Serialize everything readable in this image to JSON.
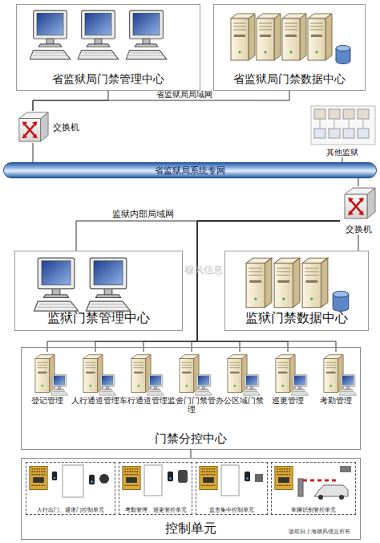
{
  "diagram": {
    "nodes": [
      {
        "text": [
          "省监狱局门禁管理中心"
        ]
      },
      {
        "text": [
          "省监狱局门禁数据中心"
        ]
      },
      {
        "text": [
          "交换机"
        ]
      },
      {
        "text": [
          "其他监狱"
        ]
      },
      {
        "text": [
          "省监狱局系统专网"
        ]
      },
      {
        "text": [
          "交换机"
        ]
      },
      {
        "text": [
          "监狱门禁管理中心"
        ]
      },
      {
        "text": [
          "监狱门禁数据中心"
        ]
      },
      {
        "text": [
          "门禁分控中心"
        ]
      },
      {
        "text": [
          "登记管理"
        ],
        "in": 8
      },
      {
        "text": [
          "人行通道管理"
        ],
        "in": 8
      },
      {
        "text": [
          "车行通道管理"
        ],
        "in": 8
      },
      {
        "text": [
          "监舍门门禁管理"
        ],
        "in": 8
      },
      {
        "text": [
          "办公区域门禁"
        ],
        "in": 8
      },
      {
        "text": [
          "巡更管理"
        ],
        "in": 8
      },
      {
        "text": [
          "考勤管理"
        ],
        "in": 8
      },
      {
        "text": [
          "控制单元"
        ]
      },
      {
        "text": [
          "人行出门、通道门控制单元"
        ],
        "in": 16
      },
      {
        "text": [
          "考勤管理、巡更管控单元"
        ],
        "in": 16
      },
      {
        "text": [
          "监舍集中控制单元"
        ],
        "in": 16
      },
      {
        "text": [
          "车辆识别管控单元"
        ],
        "in": 16
      }
    ],
    "edges": [
      {
        "from": 0,
        "to": 2,
        "arrow": "none"
      },
      {
        "from": 1,
        "to": 2,
        "label": "省监狱局局域网",
        "arrow": "none"
      },
      {
        "from": 2,
        "to": 4,
        "arrow": "none"
      },
      {
        "from": 3,
        "to": 4,
        "arrow": "none"
      },
      {
        "from": 5,
        "to": 4,
        "arrow": "none"
      },
      {
        "from": 5,
        "to": 6,
        "label": "监狱内部局域网",
        "arrow": "none"
      },
      {
        "from": 5,
        "to": 7,
        "arrow": "none"
      },
      {
        "from": 5,
        "to": 9,
        "arrow": "none"
      },
      {
        "from": 5,
        "to": 10,
        "arrow": "none"
      },
      {
        "from": 5,
        "to": 11,
        "arrow": "none"
      },
      {
        "from": 5,
        "to": 12,
        "arrow": "none"
      },
      {
        "from": 5,
        "to": 13,
        "arrow": "none"
      },
      {
        "from": 5,
        "to": 14,
        "arrow": "none"
      },
      {
        "from": 5,
        "to": 15,
        "arrow": "none"
      },
      {
        "from": 8,
        "to": 16,
        "arrow": "none"
      }
    ],
    "labels": [
      "穆风信息",
      "版权归上海穆风信息所有"
    ]
  }
}
